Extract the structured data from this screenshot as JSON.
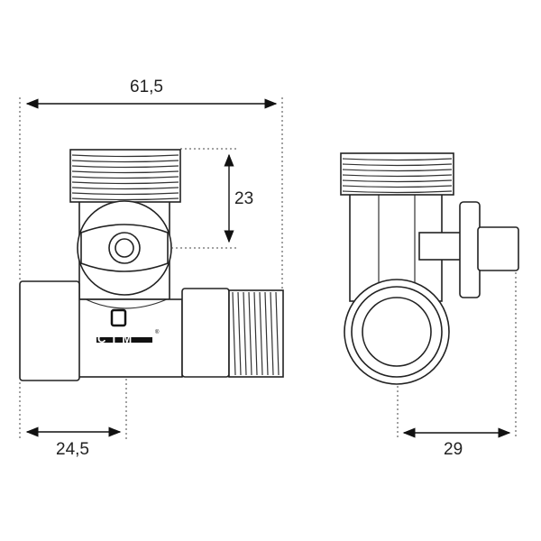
{
  "dimensions": {
    "overall_width": "61,5",
    "top_thread_height": "23",
    "left_offset": "24,5",
    "side_depth": "29"
  },
  "logo": {
    "text": "CTM",
    "registered": "®"
  }
}
